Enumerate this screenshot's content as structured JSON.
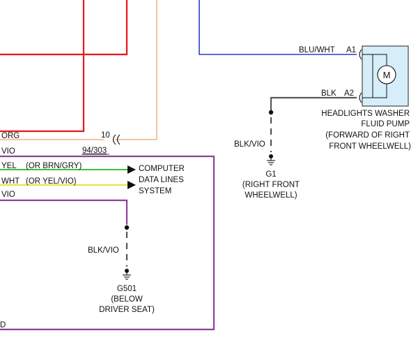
{
  "colors": {
    "red": "#e8141c",
    "orange_tan": "#f0b483",
    "blue": "#2b3ad0",
    "violet": "#8e3f9c",
    "green": "#3cc437",
    "yellow": "#e6e43a",
    "gray_wire": "#5a5a5a",
    "ground_dash": "#555555",
    "motor_fill": "#d6eefa"
  },
  "wires": {
    "left_org": "ORG",
    "left_vio": "VIO",
    "left_yel": "YEL",
    "left_wht": "WHT",
    "left_vio_2": "VIO",
    "left_d": "D",
    "green_alt": "(OR BRN/GRY)",
    "yellow_alt": "(OR YEL/VIO)",
    "blu_wht": "BLU/WHT",
    "blk": "BLK",
    "blk_vio_right": "BLK/VIO",
    "blk_vio_mid": "BLK/VIO"
  },
  "connectors": {
    "pin_10": "10",
    "ref_94_303": "94/303",
    "pin_a1": "A1",
    "pin_a2": "A2"
  },
  "computer_data_lines": {
    "line1": "COMPUTER",
    "line2": "DATA LINES",
    "line3": "SYSTEM"
  },
  "pump": {
    "symbol": "M",
    "line1": "HEADLIGHTS WASHER",
    "line2": "FLUID PUMP",
    "line3": "(FORWARD OF RIGHT",
    "line4": "FRONT WHEELWELL)"
  },
  "ground_g1": {
    "id": "G1",
    "line1": "(RIGHT FRONT",
    "line2": "WHEELWELL)"
  },
  "ground_g501": {
    "id": "G501",
    "line1": "(BELOW",
    "line2": "DRIVER SEAT)"
  }
}
